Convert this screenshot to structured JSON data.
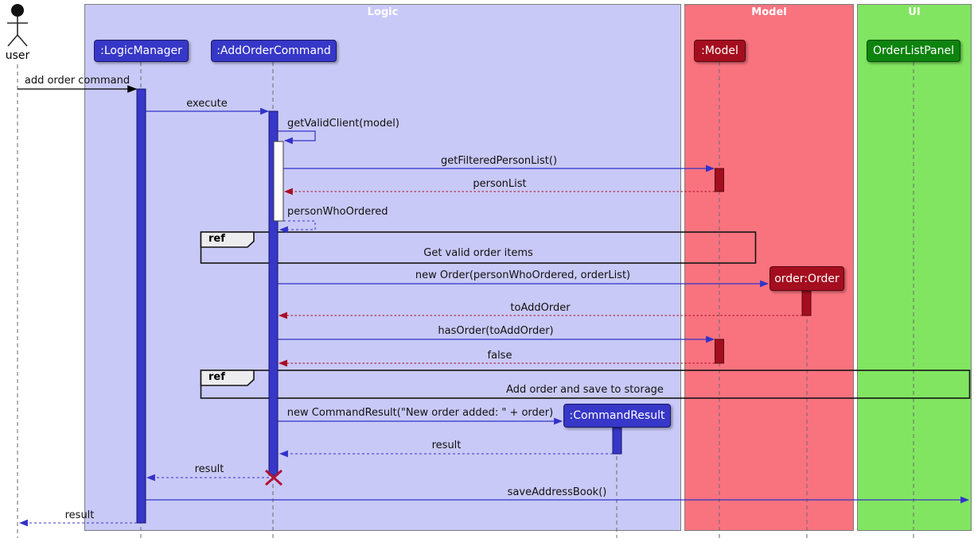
{
  "diagram": {
    "type": "uml-sequence",
    "actor": {
      "name": "user"
    },
    "frames": [
      {
        "label": "Logic",
        "color": "#c9c9f7"
      },
      {
        "label": "Model",
        "color": "#f9737f"
      },
      {
        "label": "UI",
        "color": "#82e561"
      }
    ],
    "participants": [
      {
        "label": ":LogicManager",
        "color": "#3737c8"
      },
      {
        "label": ":AddOrderCommand",
        "color": "#3737c8"
      },
      {
        "label": ":Model",
        "color": "#a40e1e"
      },
      {
        "label": "OrderListPanel",
        "color": "#0e830e"
      },
      {
        "label": "order:Order",
        "color": "#a40e1e"
      },
      {
        "label": ":CommandResult",
        "color": "#3737c8"
      }
    ],
    "messages": [
      {
        "label": "add order command",
        "from": "user",
        "to": ":LogicManager",
        "kind": "sync"
      },
      {
        "label": "execute",
        "from": ":LogicManager",
        "to": ":AddOrderCommand",
        "kind": "sync"
      },
      {
        "label": "getValidClient(model)",
        "from": ":AddOrderCommand",
        "to": ":AddOrderCommand",
        "kind": "self"
      },
      {
        "label": "getFilteredPersonList()",
        "from": ":AddOrderCommand",
        "to": ":Model",
        "kind": "sync"
      },
      {
        "label": "personList",
        "from": ":Model",
        "to": ":AddOrderCommand",
        "kind": "return"
      },
      {
        "label": "personWhoOrdered",
        "from": ":AddOrderCommand",
        "to": ":AddOrderCommand",
        "kind": "return-self"
      },
      {
        "label": "new Order(personWhoOrdered, orderList)",
        "from": ":AddOrderCommand",
        "to": "order:Order",
        "kind": "create"
      },
      {
        "label": "toAddOrder",
        "from": "order:Order",
        "to": ":AddOrderCommand",
        "kind": "return"
      },
      {
        "label": "hasOrder(toAddOrder)",
        "from": ":AddOrderCommand",
        "to": ":Model",
        "kind": "sync"
      },
      {
        "label": "false",
        "from": ":Model",
        "to": ":AddOrderCommand",
        "kind": "return"
      },
      {
        "label": "new CommandResult(\"New order added: \" + order)",
        "from": ":AddOrderCommand",
        "to": ":CommandResult",
        "kind": "create"
      },
      {
        "label": "result",
        "from": ":CommandResult",
        "to": ":AddOrderCommand",
        "kind": "return"
      },
      {
        "label": "result",
        "from": ":AddOrderCommand",
        "to": ":LogicManager",
        "kind": "return"
      },
      {
        "label": "saveAddressBook()",
        "from": ":LogicManager",
        "to": "UI",
        "kind": "sync"
      },
      {
        "label": "result",
        "from": ":LogicManager",
        "to": "user",
        "kind": "return"
      }
    ],
    "refs": [
      {
        "keyword": "ref",
        "label": "Get valid order items"
      },
      {
        "keyword": "ref",
        "label": "Add order and save to storage"
      }
    ],
    "colors": {
      "call_arrow": "#3232c8",
      "return_arrow": "#a80d20",
      "user_arrow": "#000000",
      "destroy_x": "#b01335",
      "logic_bg": "#c9c9f7",
      "model_bg": "#f9737f",
      "ui_bg": "#82e561"
    }
  }
}
